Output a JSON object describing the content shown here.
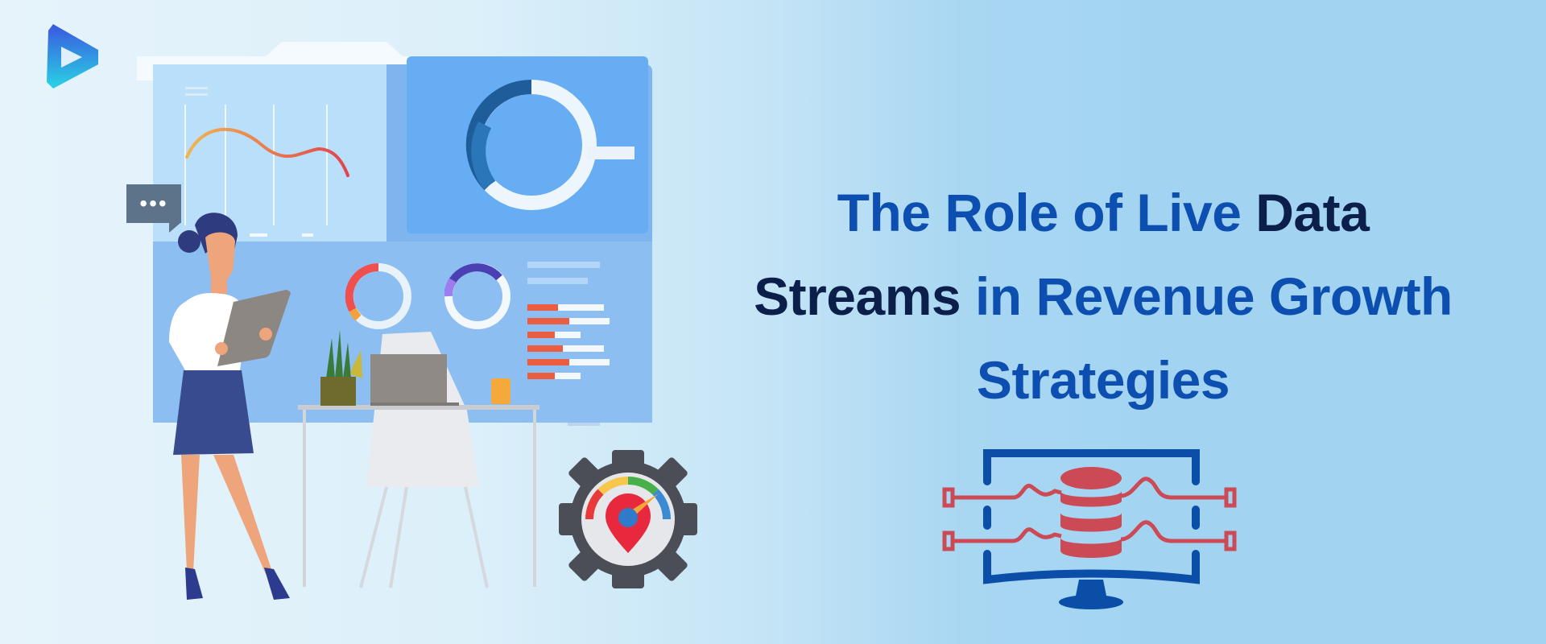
{
  "title": {
    "line1": [
      {
        "text": "The Role of Live ",
        "tone": "blue"
      },
      {
        "text": "Data",
        "tone": "dark"
      }
    ],
    "line2": [
      {
        "text": "Streams ",
        "tone": "dark"
      },
      {
        "text": "in Revenue Growth",
        "tone": "blue"
      }
    ],
    "line3": [
      {
        "text": "Strategies",
        "tone": "blue"
      }
    ]
  },
  "colors": {
    "title_blue": "#0d4fb0",
    "title_dark": "#0b1f4a",
    "background_right": "#a2d4f1",
    "background_left": "#e6f3fb",
    "icon_monitor": "#0a4ea8",
    "icon_database": "#cc4a55",
    "gear": "#4b4d57"
  },
  "icons": {
    "logo": "play-triangle-logo-icon",
    "chat": "chat-bubble-icon",
    "gauge": "gear-speedometer-icon",
    "database": "monitor-database-icon"
  },
  "illustration": {
    "subject": "woman-with-tablet-dashboard",
    "chat_dots": "•••"
  }
}
